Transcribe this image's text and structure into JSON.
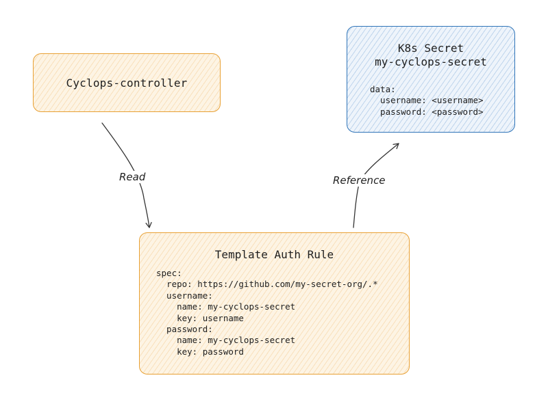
{
  "controller": {
    "title": "Cyclops-controller"
  },
  "secret": {
    "title_line1": "K8s Secret",
    "title_line2": "my-cyclops-secret",
    "code": "data:\n  username: <username>\n  password: <password>"
  },
  "rule": {
    "title": "Template Auth Rule",
    "code": "spec:\n  repo: https://github.com/my-secret-org/.*\n  username:\n    name: my-cyclops-secret\n    key: username\n  password:\n    name: my-cyclops-secret\n    key: password"
  },
  "edges": {
    "read_label": "Read",
    "reference_label": "Reference"
  },
  "colors": {
    "orange_stroke": "#e8a033",
    "blue_stroke": "#2f74b8",
    "arrow": "#333333"
  }
}
